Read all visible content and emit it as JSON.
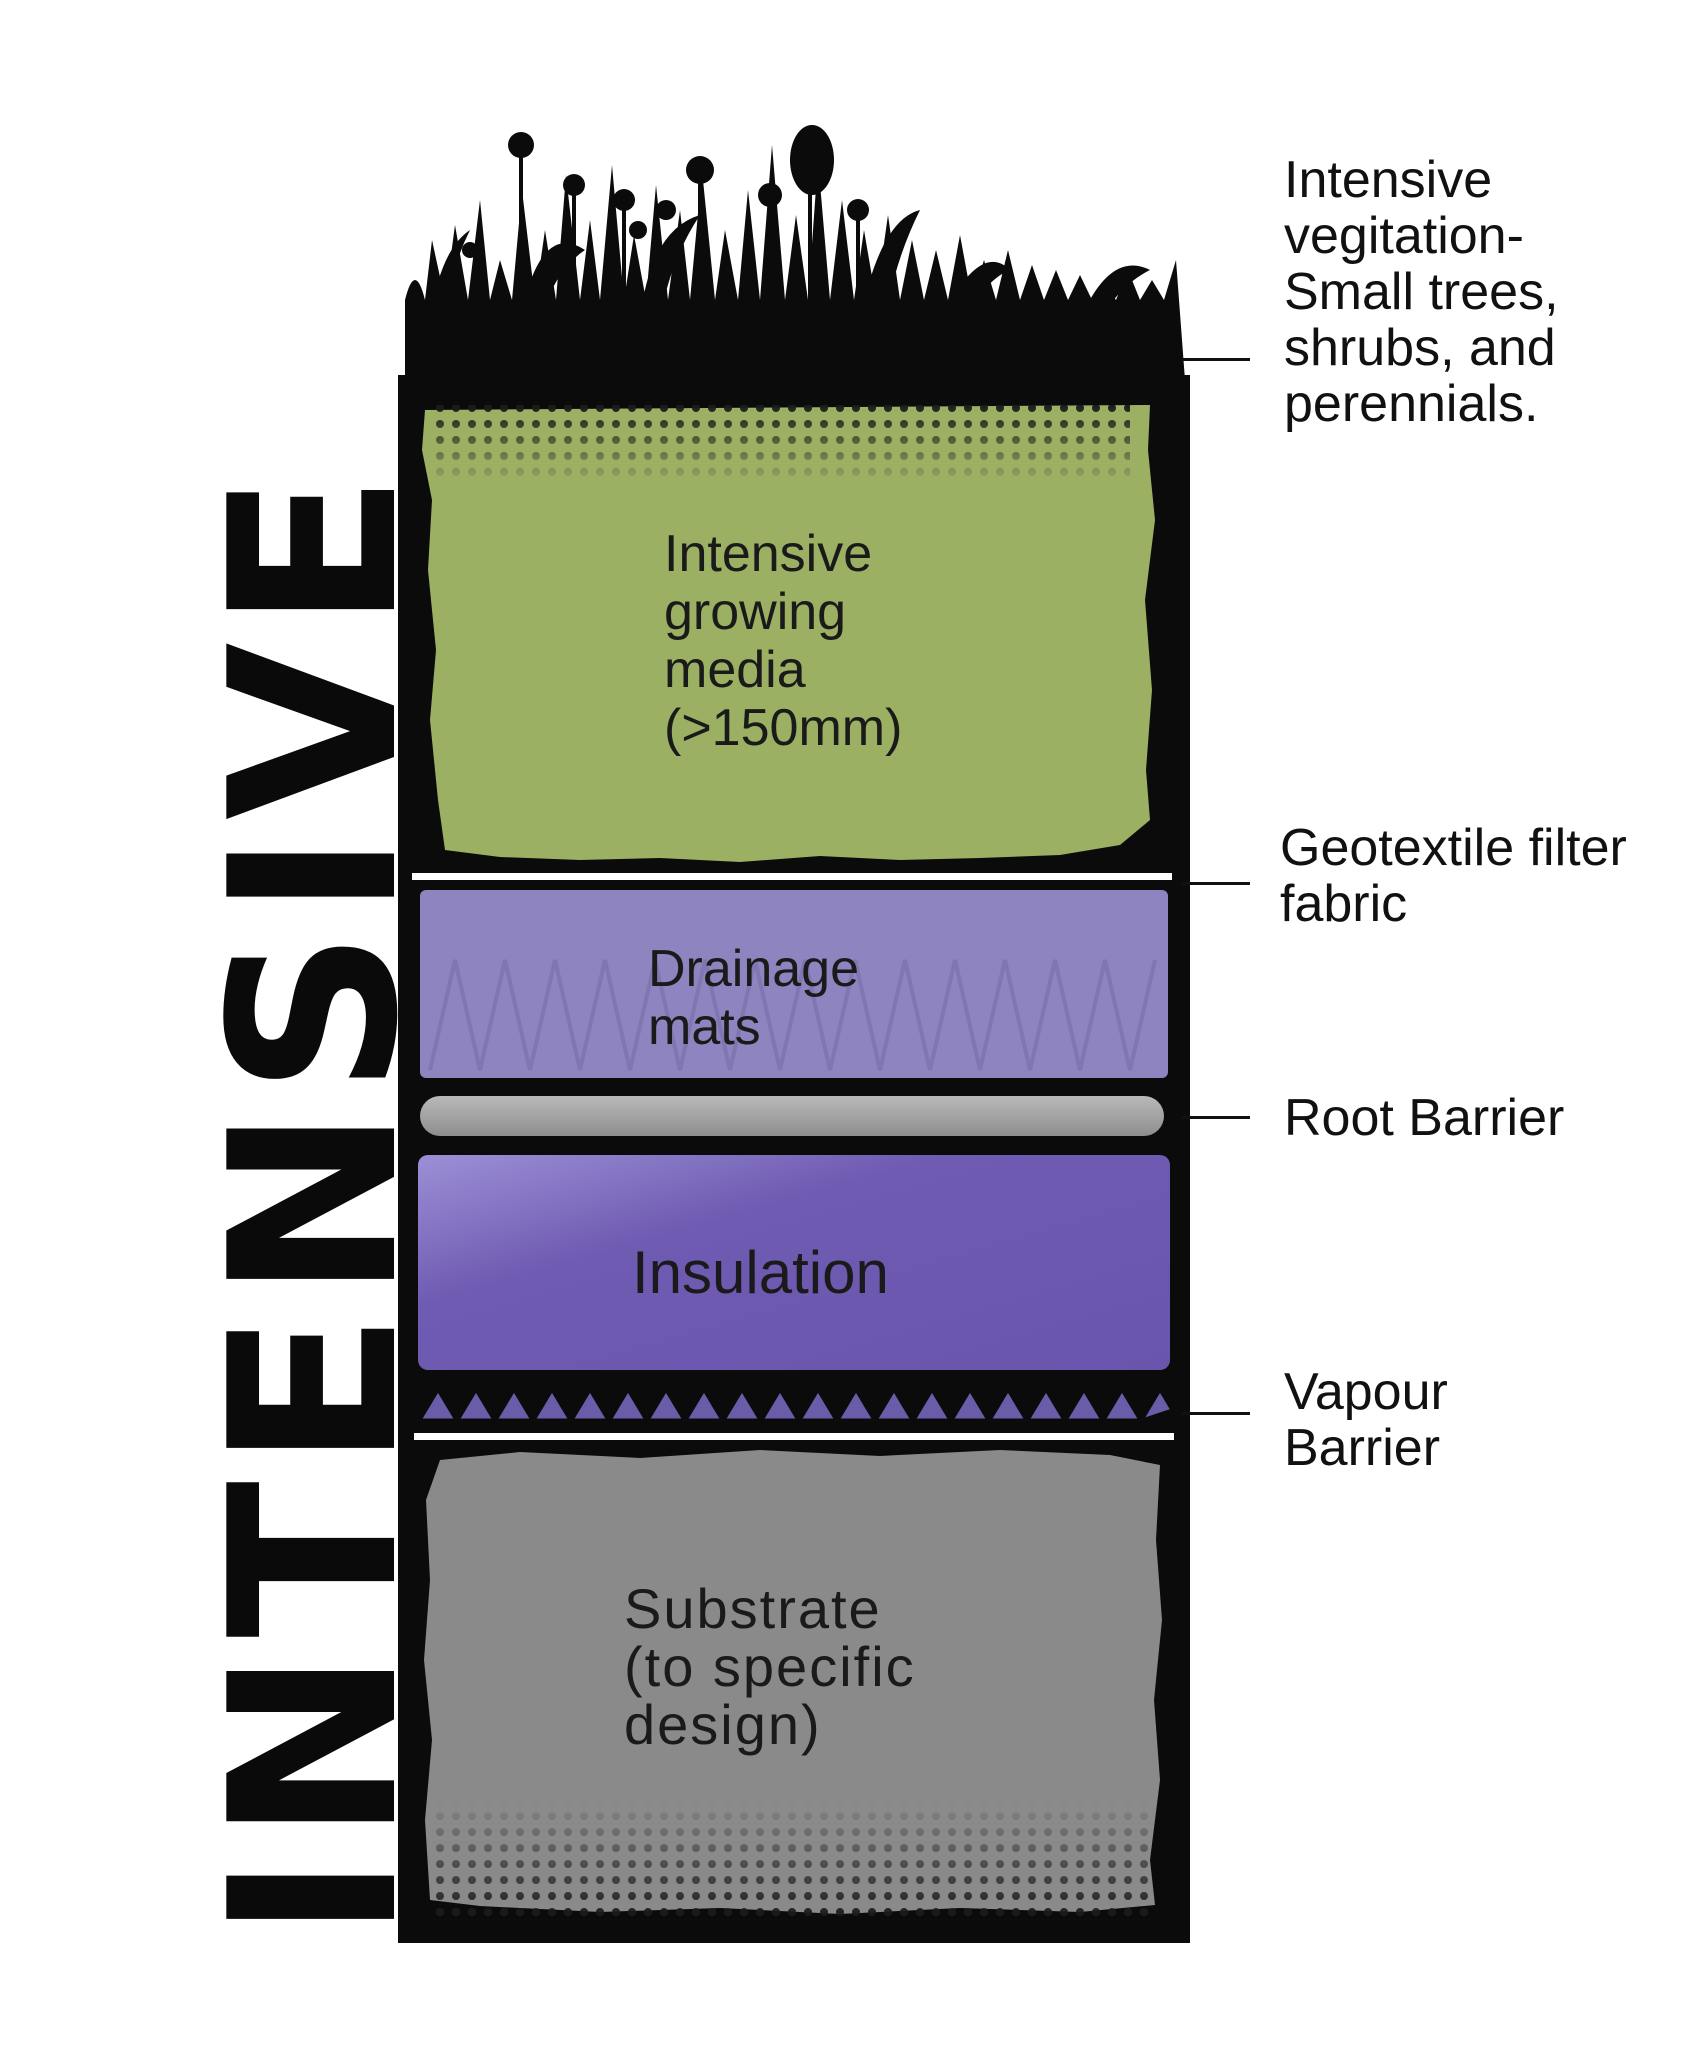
{
  "title": "INTENSIVE",
  "layers": {
    "growing_media": "Intensive\ngrowing\nmedia\n(>150mm)",
    "drainage": "Drainage\nmats",
    "insulation": "Insulation",
    "substrate": "Substrate\n(to specific\ndesign)"
  },
  "callouts": {
    "vegetation": "Intensive\nvegitation-\nSmall trees,\nshrubs, and\nperennials.",
    "geotextile": "Geotextile filter\nfabric",
    "root_barrier": "Root Barrier",
    "vapour_barrier": "Vapour\nBarrier"
  },
  "colors": {
    "growing_media": "#9bb063",
    "drainage": "#8e84bf",
    "root_barrier": "#a3a3a3",
    "insulation": "#6e58b0",
    "substrate": "#8a8a8a",
    "frame": "#0b0b0b"
  }
}
